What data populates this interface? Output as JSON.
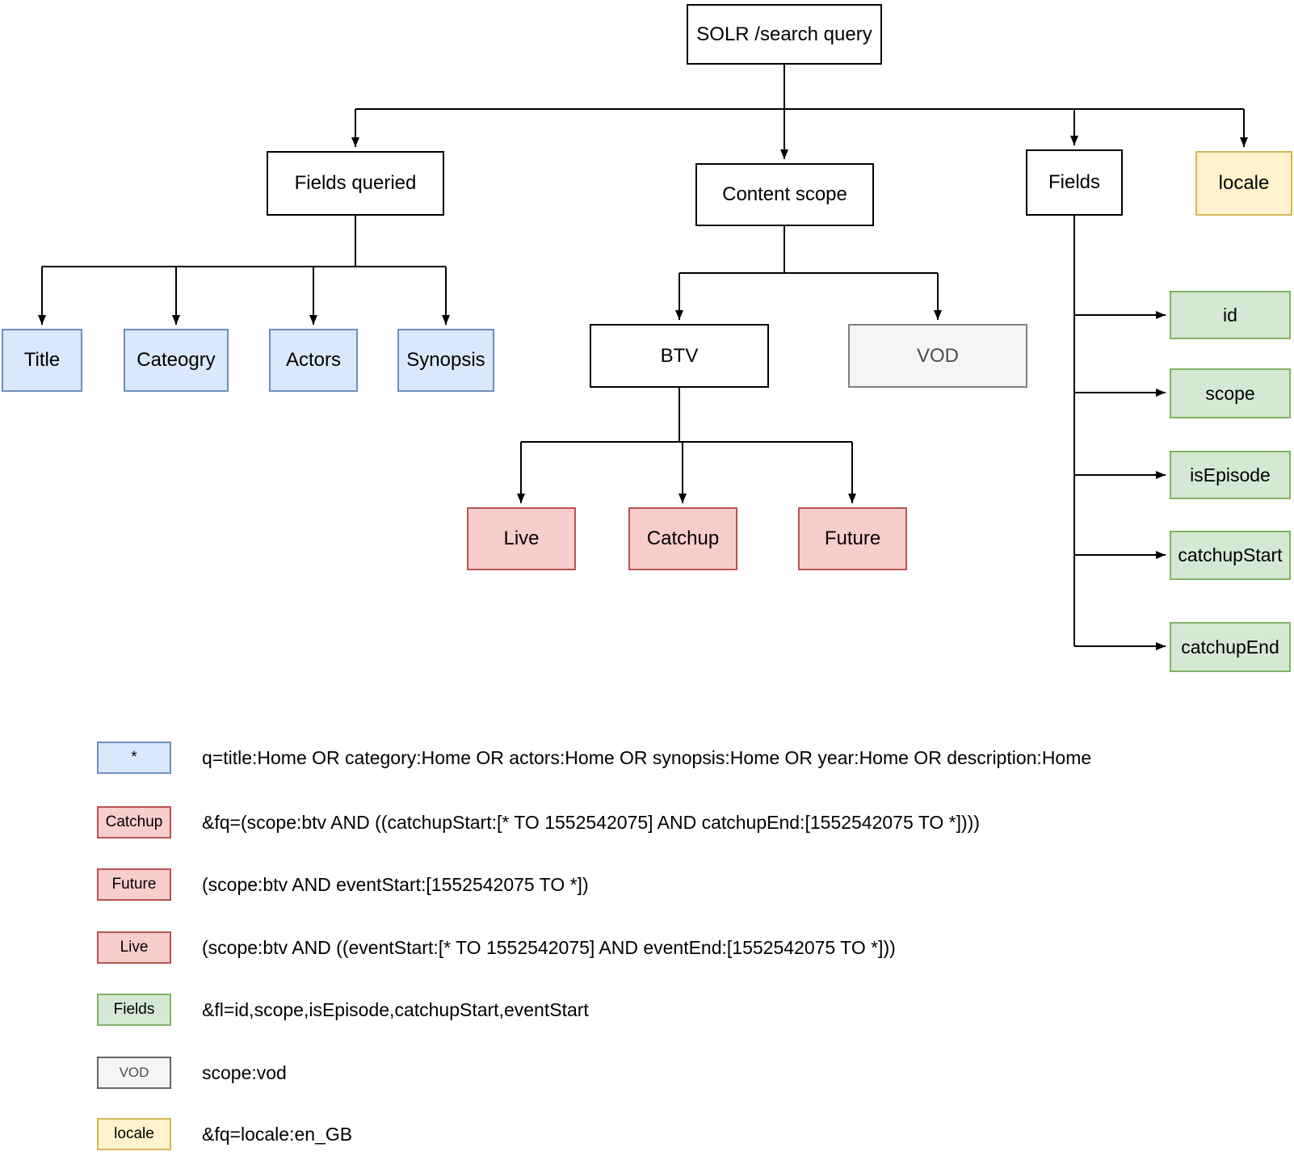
{
  "palette": {
    "blue_fill": "#dae8fc",
    "blue_border": "#6c8ebf",
    "red_fill": "#f8cecc",
    "red_border": "#b85450",
    "green_fill": "#d5e8d4",
    "green_border": "#82b366",
    "yellow_fill": "#fff2cc",
    "yellow_border": "#d6b656",
    "gray_fill": "#f5f5f5",
    "gray_border": "#666666",
    "plain_fill": "#ffffff",
    "plain_border": "#000000"
  },
  "diagram": {
    "root": {
      "label": "SOLR /search query"
    },
    "level2": {
      "fields_queried": "Fields queried",
      "content_scope": "Content scope",
      "fields": "Fields",
      "locale": "locale"
    },
    "queried_fields": {
      "title": "Title",
      "category": "Cateogry",
      "actors": "Actors",
      "synopsis": "Synopsis"
    },
    "scopes": {
      "btv": "BTV",
      "vod": "VOD"
    },
    "btv_children": {
      "live": "Live",
      "catchup": "Catchup",
      "future": "Future"
    },
    "field_list": {
      "id": "id",
      "scope": "scope",
      "is_episode": "isEpisode",
      "catchup_start": "catchupStart",
      "catchup_end": "catchupEnd"
    }
  },
  "legend": {
    "items": [
      {
        "swatch": "*",
        "style": "blue",
        "text": "q=title:Home OR category:Home OR actors:Home OR synopsis:Home OR year:Home OR description:Home"
      },
      {
        "swatch": "Catchup",
        "style": "red",
        "text": "&fq=(scope:btv AND ((catchupStart:[* TO 1552542075] AND catchupEnd:[1552542075 TO *])))"
      },
      {
        "swatch": "Future",
        "style": "red",
        "text": "(scope:btv AND eventStart:[1552542075 TO *])"
      },
      {
        "swatch": "Live",
        "style": "red",
        "text": "(scope:btv AND ((eventStart:[* TO 1552542075] AND eventEnd:[1552542075 TO *]))"
      },
      {
        "swatch": "Fields",
        "style": "green",
        "text": "&fl=id,scope,isEpisode,catchupStart,eventStart"
      },
      {
        "swatch": "VOD",
        "style": "gray",
        "text": "scope:vod"
      },
      {
        "swatch": "locale",
        "style": "yellow",
        "text": "&fq=locale:en_GB"
      }
    ]
  }
}
